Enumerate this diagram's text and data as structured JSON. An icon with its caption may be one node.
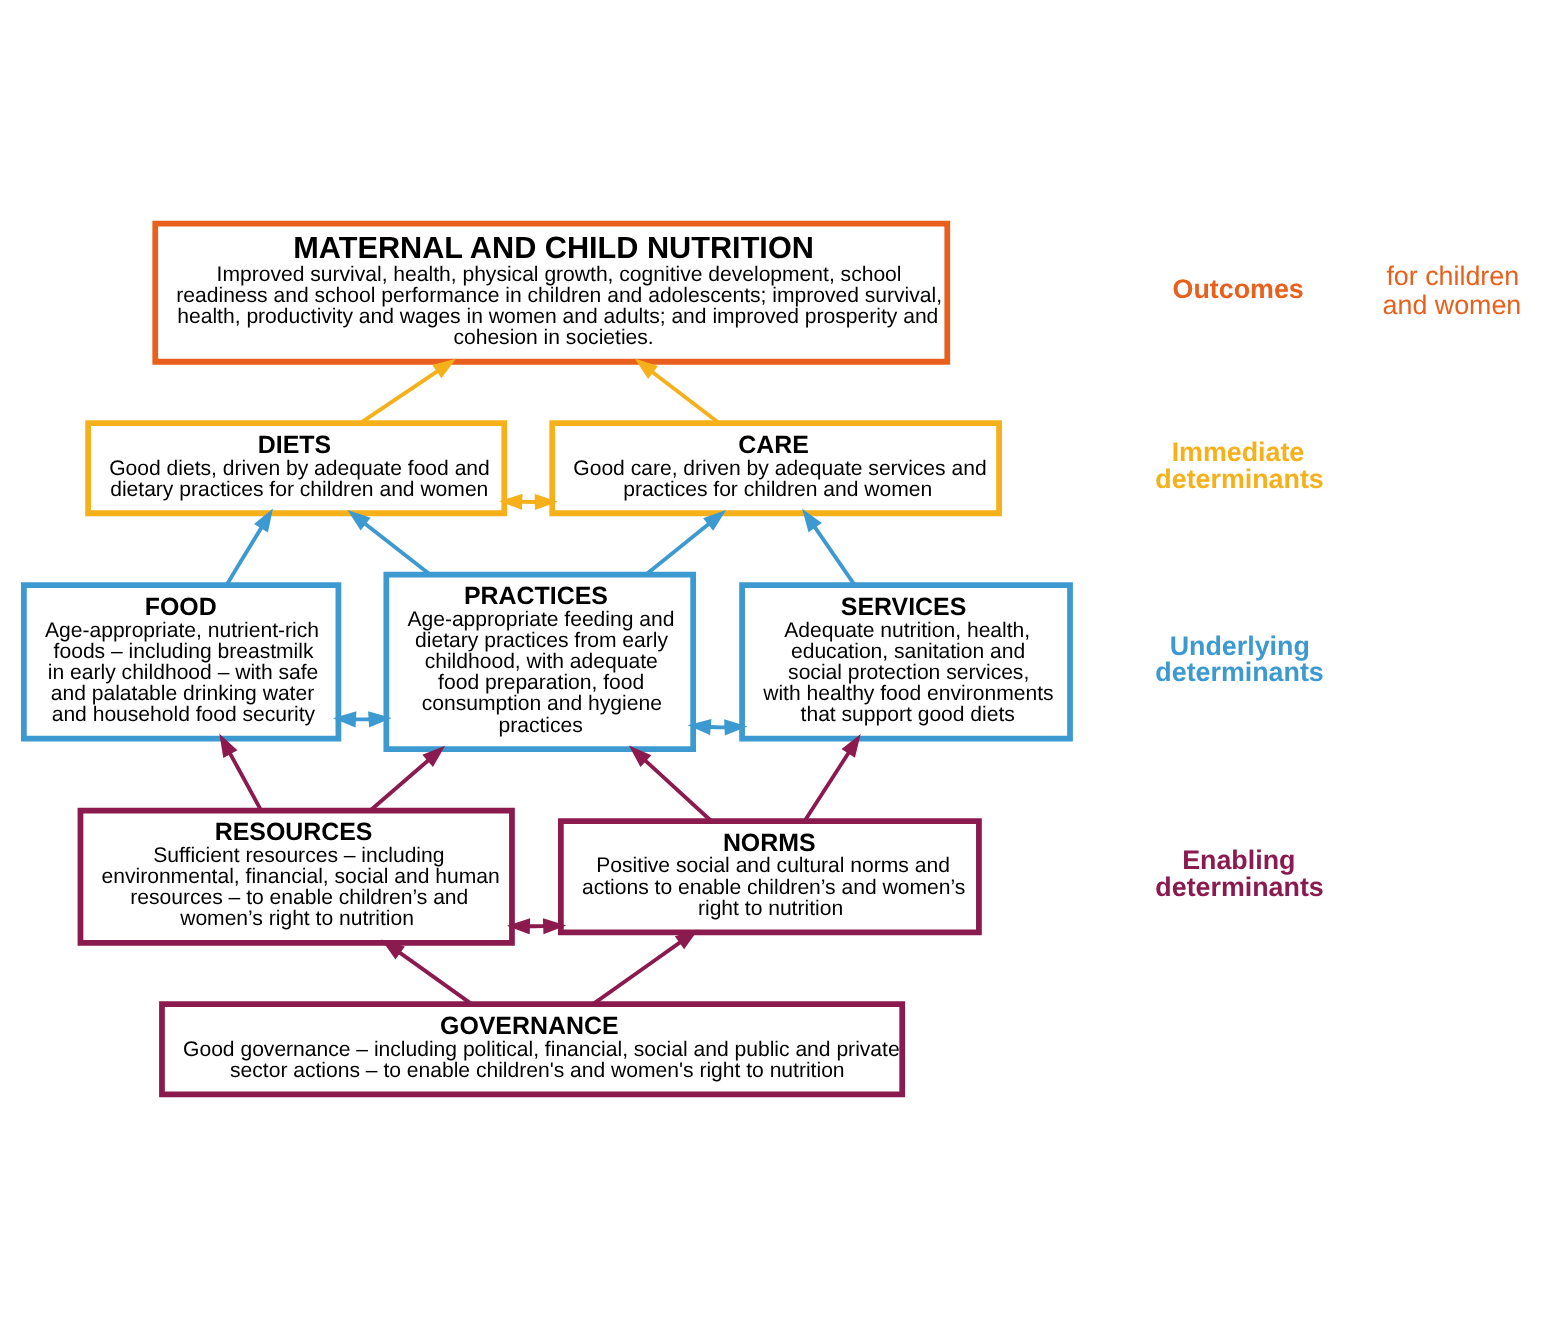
{
  "diagram": {
    "nodes": [
      {
        "text": [
          "MATERNAL AND CHILD NUTRITION",
          "Improved survival, health, physical growth, cognitive development, school readiness and school performance in children and adolescents; improved survival, health, productivity and wages in women and adults; and improved prosperity and cohesion in societies."
        ]
      },
      {
        "text": [
          "DIETS",
          "Good diets, driven by adequate food and dietary practices for children and women"
        ]
      },
      {
        "text": [
          "CARE",
          "Good care, driven by adequate services and practices for children and women"
        ]
      },
      {
        "text": [
          "FOOD",
          "Age-appropriate, nutrient-rich foods – including breastmilk in early childhood – with safe and palatable drinking water and household food security"
        ]
      },
      {
        "text": [
          "PRACTICES",
          "Age-appropriate feeding and dietary practices from early childhood, with adequate food preparation, food consumption and hygiene practices"
        ]
      },
      {
        "text": [
          "SERVICES",
          "Adequate nutrition, health, education, sanitation and social protection services, with healthy food environments that support good diets"
        ]
      },
      {
        "text": [
          "RESOURCES",
          "Sufficient resources – including environmental, financial, social and human resources – to enable children’s and women’s right to nutrition"
        ]
      },
      {
        "text": [
          "NORMS",
          "Positive social and cultural norms and actions to enable children’s and women’s right to nutrition"
        ]
      },
      {
        "text": [
          "GOVERNANCE",
          "Good governance – including political, financial, social and public and private sector actions – to enable children's and women's right to nutrition"
        ]
      }
    ],
    "edges": [
      {
        "from": 1,
        "to": 0,
        "arrow": "to",
        "color": "#f5b01a"
      },
      {
        "from": 2,
        "to": 0,
        "arrow": "to",
        "color": "#f5b01a"
      },
      {
        "from": 1,
        "to": 2,
        "arrow": "both",
        "color": "#f5b01a"
      },
      {
        "from": 3,
        "to": 1,
        "arrow": "to",
        "color": "#3d9ad1"
      },
      {
        "from": 4,
        "to": 1,
        "arrow": "to",
        "color": "#3d9ad1"
      },
      {
        "from": 4,
        "to": 2,
        "arrow": "to",
        "color": "#3d9ad1"
      },
      {
        "from": 5,
        "to": 2,
        "arrow": "to",
        "color": "#3d9ad1"
      },
      {
        "from": 3,
        "to": 4,
        "arrow": "both",
        "color": "#3d9ad1"
      },
      {
        "from": 4,
        "to": 5,
        "arrow": "both",
        "color": "#3d9ad1"
      },
      {
        "from": 6,
        "to": 3,
        "arrow": "to"
      },
      {
        "from": 6,
        "to": 4,
        "arrow": "to"
      },
      {
        "from": 7,
        "to": 4,
        "arrow": "to"
      },
      {
        "from": 7,
        "to": 5,
        "arrow": "to"
      },
      {
        "from": 6,
        "to": 7,
        "arrow": "both"
      },
      {
        "from": 8,
        "to": 6,
        "arrow": "to"
      },
      {
        "from": 8,
        "to": 7,
        "arrow": "to"
      }
    ],
    "labels": [
      "Outcomes",
      "for children and women",
      "Immediate determinants",
      "Underlying determinants",
      "Enabling determinants"
    ]
  }
}
